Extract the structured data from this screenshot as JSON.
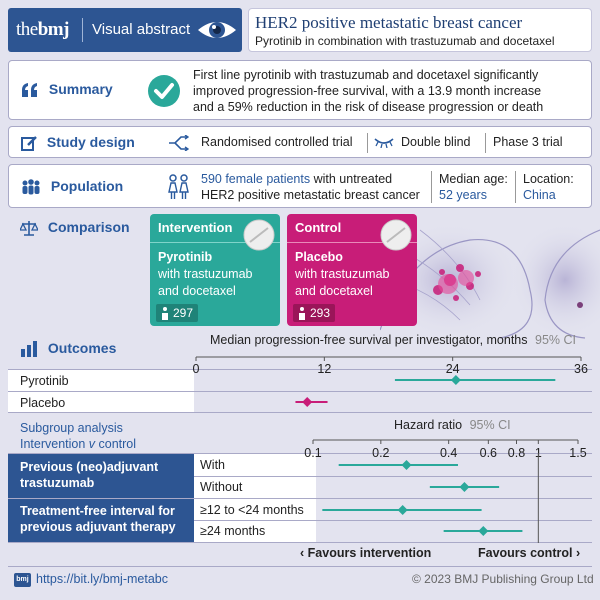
{
  "header": {
    "brand_the": "the",
    "brand_bmj": "bmj",
    "label": "Visual abstract",
    "title": "HER2 positive metastatic breast cancer",
    "subtitle": "Pyrotinib in combination with trastuzumab and docetaxel"
  },
  "summary": {
    "heading": "Summary",
    "text_line1": "First line pyrotinib with trastuzumab and docetaxel significantly",
    "text_line2": "improved progression-free survival, with a 13.9 month increase",
    "text_line3": "and a 59% reduction in the risk of disease progression or death"
  },
  "study_design": {
    "heading": "Study design",
    "item1": "Randomised controlled trial",
    "item2": "Double blind",
    "item3": "Phase 3 trial"
  },
  "population": {
    "heading": "Population",
    "count": "590 female patients",
    "text1": "with untreated",
    "text2": "HER2 positive metastatic breast cancer",
    "age_label": "Median age:",
    "age_value": "52 years",
    "location_label": "Location:",
    "location_value": "China"
  },
  "comparison": {
    "heading": "Comparison",
    "intervention": {
      "label": "Intervention",
      "drug": "Pyrotinib",
      "line2": "with trastuzumab",
      "line3": "and docetaxel",
      "n": "297"
    },
    "control": {
      "label": "Control",
      "drug": "Placebo",
      "line2": "with trastuzumab",
      "line3": "and docetaxel",
      "n": "293"
    }
  },
  "outcomes": {
    "heading": "Outcomes",
    "axis_title": "Median progression-free survival per investigator, months",
    "ci_label": "95% CI",
    "ticks": [
      "0",
      "12",
      "24",
      "36"
    ],
    "rows": [
      "Pyrotinib",
      "Placebo"
    ]
  },
  "subgroup": {
    "heading1": "Subgroup analysis",
    "heading2a": "Intervention ",
    "heading2b": "v",
    "heading2c": " control",
    "axis_title": "Hazard ratio",
    "ci_label": "95% CI",
    "ticks": [
      "0.1",
      "0.2",
      "0.4",
      "0.6",
      "0.8",
      "1",
      "1.5"
    ],
    "group1_line1": "Previous (neo)adjuvant",
    "group1_line2": "trastuzumab",
    "group1_rows": [
      "With",
      "Without"
    ],
    "group2_line1": "Treatment-free interval for",
    "group2_line2": "previous adjuvant therapy",
    "group2_rows": [
      "≥12 to <24 months",
      "≥24 months"
    ],
    "favours_left": "Favours intervention",
    "favours_right": "Favours control"
  },
  "footer": {
    "logo": "bmj",
    "link": "https://bit.ly/bmj-metabc",
    "copyright": "© 2023 BMJ Publishing Group Ltd"
  },
  "colors": {
    "navy": "#2d5592",
    "teal": "#2aa89a",
    "magenta": "#c81d78",
    "background": "#e3e3ef"
  },
  "chart_data": [
    {
      "type": "forest",
      "title": "",
      "xlabel": "Median progression-free survival per investigator, months",
      "xlim": [
        0,
        36
      ],
      "categories": [
        "Pyrotinib",
        "Placebo"
      ],
      "series": [
        {
          "name": "Pyrotinib",
          "value": 24.3,
          "ci": [
            18.6,
            33.6
          ]
        },
        {
          "name": "Placebo",
          "value": 10.4,
          "ci": [
            9.3,
            12.3
          ]
        }
      ]
    },
    {
      "type": "forest",
      "title": "",
      "xlabel": "Hazard ratio",
      "xscale": "log",
      "xlim": [
        0.1,
        1.5
      ],
      "categories": [
        "With",
        "Without",
        "≥12 to <24 months",
        "≥24 months"
      ],
      "series": [
        {
          "name": "With",
          "value": 0.26,
          "ci": [
            0.13,
            0.44
          ]
        },
        {
          "name": "Without",
          "value": 0.47,
          "ci": [
            0.33,
            0.67
          ]
        },
        {
          "name": "≥12 to <24 months",
          "value": 0.25,
          "ci": [
            0.11,
            0.56
          ]
        },
        {
          "name": "≥24 months",
          "value": 0.57,
          "ci": [
            0.38,
            0.85
          ]
        }
      ]
    }
  ]
}
